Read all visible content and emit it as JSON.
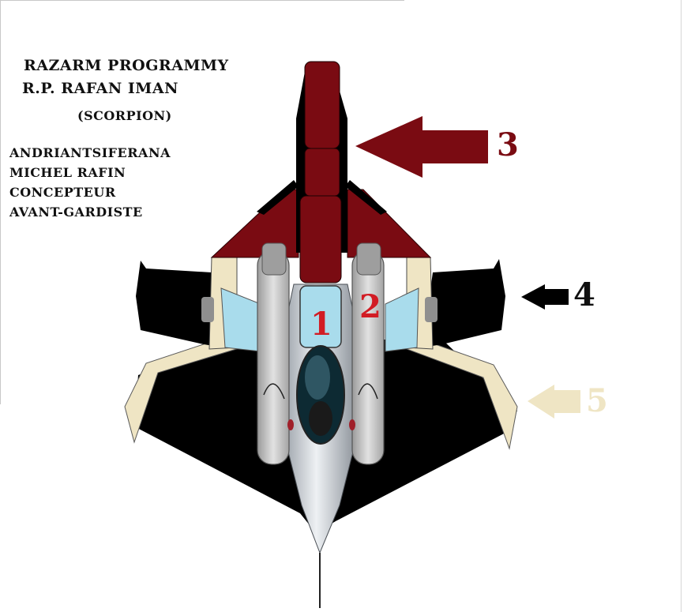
{
  "title": {
    "line1": "RAZARM PROGRAMMY",
    "line2": "R.P. RAFAN IMAN",
    "line3": "(SCORPION)"
  },
  "credits": {
    "line1": "ANDRIANTSIFERANA",
    "line2": "MICHEL RAFIN",
    "line3": "CONCEPTEUR",
    "line4": "AVANT-GARDISTE"
  },
  "markers": {
    "m1": "1",
    "m2": "2",
    "m3": "3",
    "m4": "4",
    "m5": "5"
  },
  "colors": {
    "maroon": "#7a0b12",
    "black": "#000000",
    "cream": "#efe5c4",
    "lightblue": "#a9dcec",
    "grey": "#cfcfcf",
    "red": "#d21c24"
  }
}
